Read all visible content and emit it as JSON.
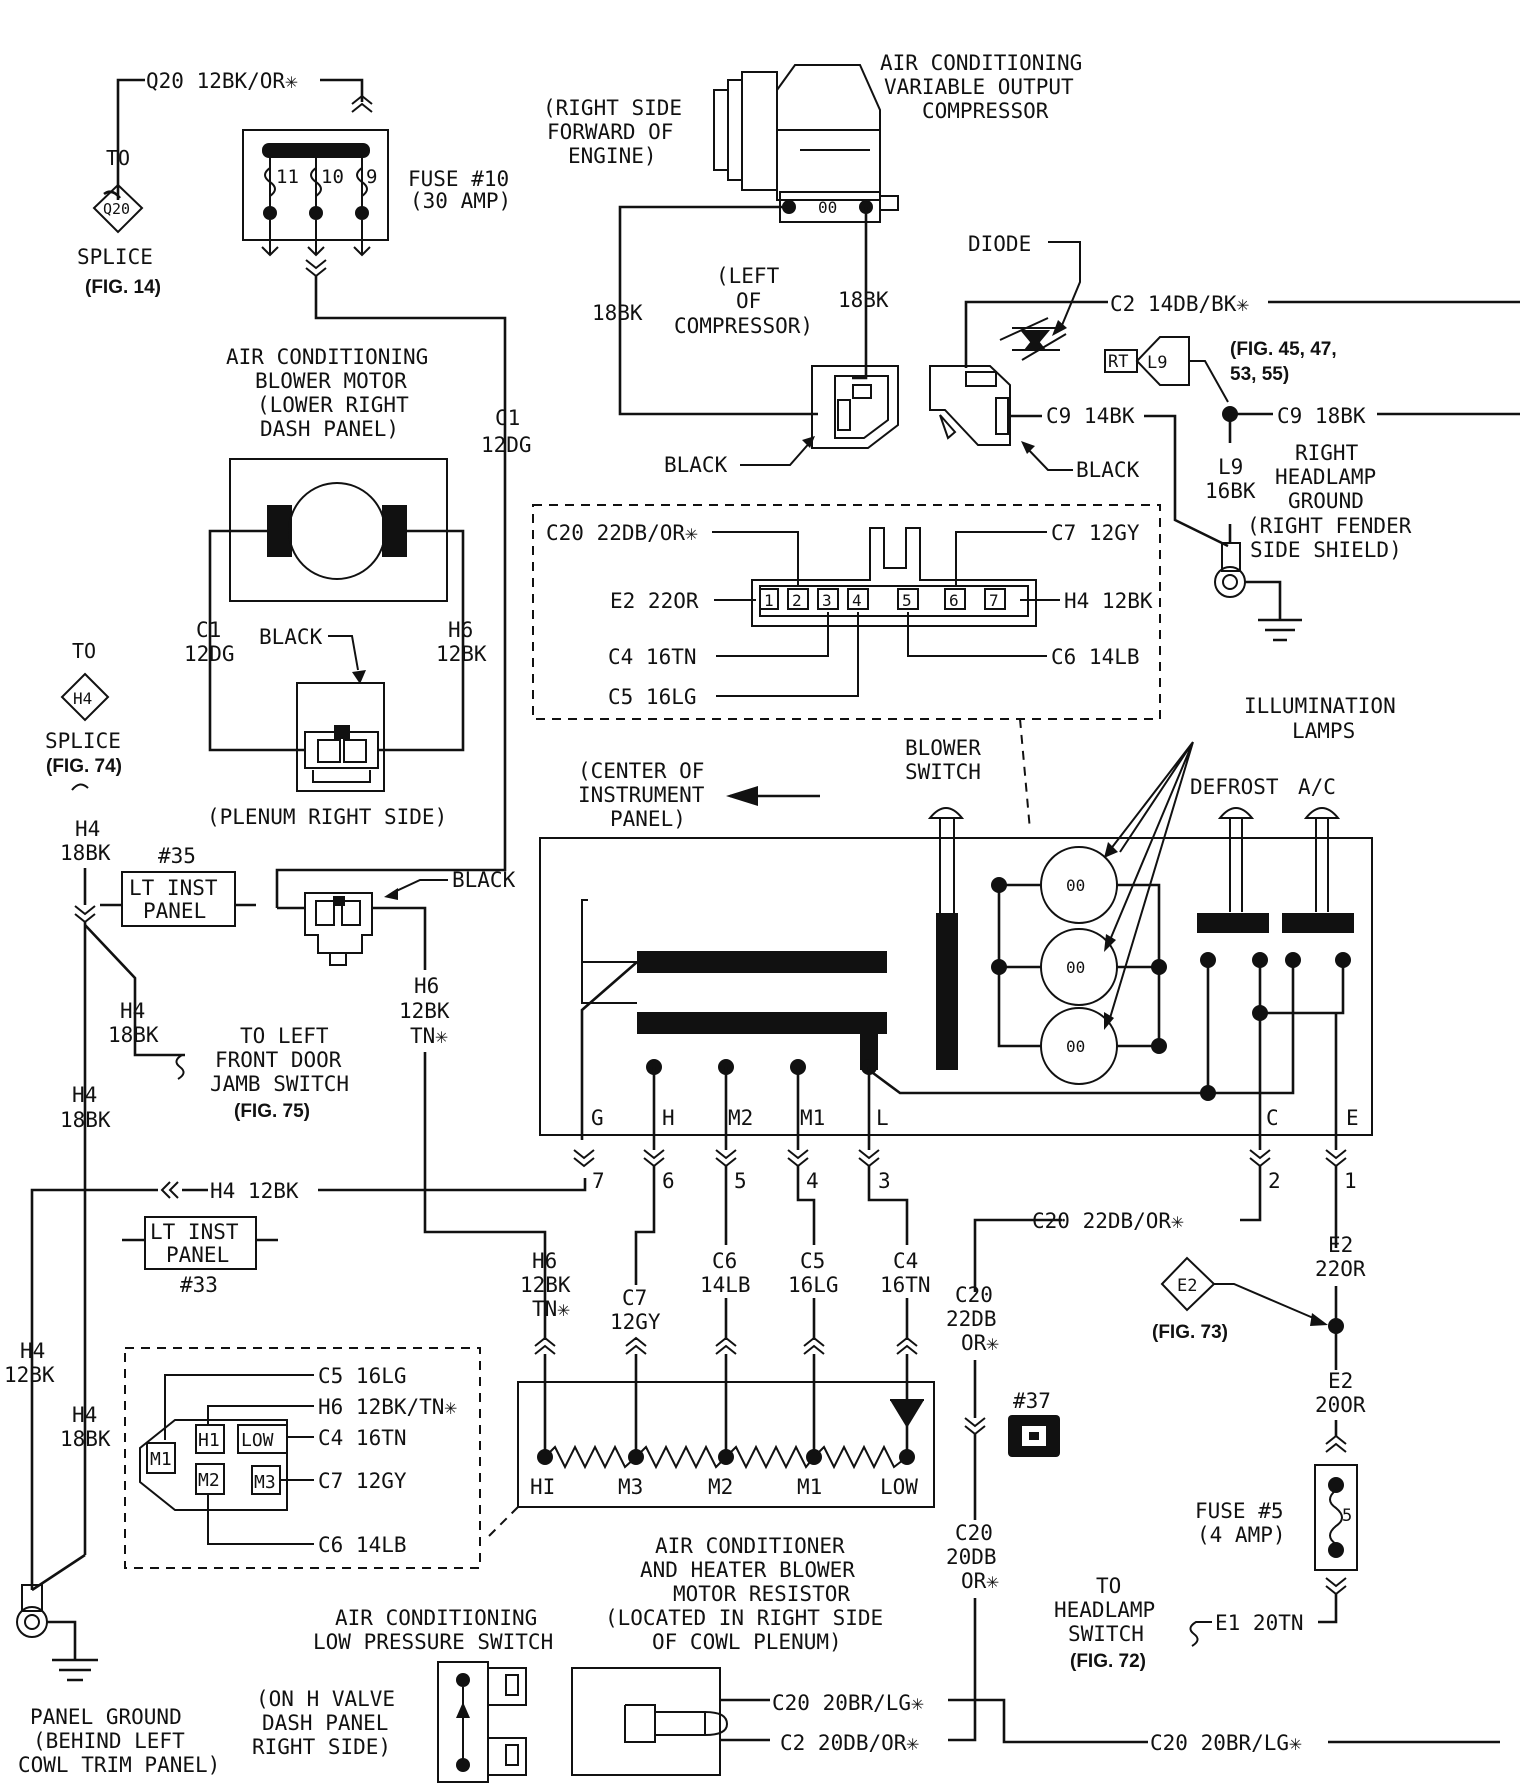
{
  "top": {
    "q20_wire": "Q20  12BK/OR✳",
    "to": "TO",
    "q20": "Q20",
    "splice": "SPLICE",
    "fig14": "(FIG. 14)",
    "fuse10_l1": "FUSE #10",
    "fuse10_l2": "(30 AMP)",
    "fuse_nums": [
      "11",
      "10",
      "9"
    ]
  },
  "compressor": {
    "title": [
      "AIR CONDITIONING",
      "VARIABLE OUTPUT",
      "COMPRESSOR"
    ],
    "loc": [
      "(RIGHT SIDE",
      "FORWARD OF",
      "ENGINE)"
    ],
    "left_of": [
      "(LEFT",
      "OF",
      "COMPRESSOR)"
    ],
    "wire_a": "18BK",
    "wire_b": "18BK",
    "black": "BLACK"
  },
  "diode_area": {
    "diode": "DIODE",
    "c2": "C2  14DB/BK✳",
    "rt": "RT",
    "l9": "L9",
    "figs_l1": "(FIG. 45, 47,",
    "figs_l2": "53, 55)",
    "c9a": "C9  14BK",
    "c9b": "C9  18BK",
    "black": "BLACK",
    "l9_wire": [
      "L9",
      "16BK"
    ],
    "ground": [
      "RIGHT",
      "HEADLAMP",
      "GROUND",
      "(RIGHT FENDER",
      "SIDE SHIELD)"
    ]
  },
  "connector": {
    "c20": "C20  22DB/OR✳",
    "c7": "C7  12GY",
    "e2": "E2  22OR",
    "h4": "H4  12BK",
    "c4": "C4  16TN",
    "c6": "C6  14LB",
    "c5": "C5  16LG",
    "pins": [
      "1",
      "2",
      "3",
      "4",
      "5",
      "6",
      "7"
    ]
  },
  "blower_motor": {
    "title": [
      "AIR CONDITIONING",
      "BLOWER MOTOR",
      "(LOWER RIGHT",
      "DASH PANEL)"
    ],
    "c1": [
      "C1",
      "12DG"
    ],
    "c1b": [
      "C1",
      "12DG"
    ],
    "h6": [
      "H6",
      "12BK"
    ],
    "black": "BLACK",
    "plenum": "(PLENUM RIGHT SIDE)",
    "black2": "BLACK"
  },
  "left": {
    "to": "TO",
    "h4": "H4",
    "splice": "SPLICE",
    "fig74": "(FIG. 74)",
    "w1": [
      "H4",
      "18BK"
    ],
    "num35": "#35",
    "lt_inst_a": [
      "LT INST",
      "PANEL"
    ],
    "w2": [
      "H4",
      "18BK"
    ],
    "door": [
      "TO LEFT",
      "FRONT DOOR",
      "JAMB SWITCH"
    ],
    "fig75": "(FIG. 75)",
    "w3": [
      "H4",
      "18BK"
    ],
    "h4_12bk": "H4  12BK",
    "lt_inst_b": [
      "LT INST",
      "PANEL"
    ],
    "num33": "#33",
    "w4": [
      "H4",
      "12BK"
    ],
    "w5": [
      "H4",
      "18BK"
    ],
    "ground": [
      "PANEL GROUND",
      "(BEHIND LEFT",
      "COWL TRIM PANEL)"
    ],
    "h6tn": [
      "H6",
      "12BK",
      "TN✳"
    ]
  },
  "switch_panel": {
    "center": [
      "(CENTER OF",
      "INSTRUMENT",
      "PANEL)"
    ],
    "blower_switch": [
      "BLOWER",
      "SWITCH"
    ],
    "illum": [
      "ILLUMINATION",
      "LAMPS"
    ],
    "defrost": "DEFROST",
    "ac": "A/C",
    "terms": [
      "G",
      "H",
      "M2",
      "M1",
      "L",
      "C",
      "E"
    ],
    "pins": [
      "7",
      "6",
      "5",
      "4",
      "3",
      "2",
      "1"
    ],
    "lamp": "00"
  },
  "resistor": {
    "wires": {
      "h6": [
        "H6",
        "12BK",
        "TN✳"
      ],
      "c7": [
        "C7",
        "12GY"
      ],
      "c6": [
        "C6",
        "14LB"
      ],
      "c5": [
        "C5",
        "16LG"
      ],
      "c4": [
        "C4",
        "16TN"
      ]
    },
    "taps": [
      "HI",
      "M3",
      "M2",
      "M1",
      "LOW"
    ],
    "title": [
      "AIR CONDITIONER",
      "AND HEATER BLOWER",
      "MOTOR RESISTOR",
      "(LOCATED IN RIGHT SIDE",
      "OF COWL PLENUM)"
    ]
  },
  "inset": {
    "c5": "C5  16LG",
    "h6": "H6  12BK/TN✳",
    "c4": "C4  16TN",
    "c7": "C7  12GY",
    "c6": "C6  14LB",
    "pins": [
      "M1",
      "H1",
      "LOW",
      "M2",
      "M3"
    ]
  },
  "right": {
    "c20a": "C20  22DB/OR✳",
    "c20b": [
      "C20",
      "22DB",
      "OR✳"
    ],
    "num37": "#37",
    "c20c": [
      "C20",
      "20DB",
      "OR✳"
    ],
    "e2a": [
      "E2",
      "22OR"
    ],
    "e2": "E2",
    "fig73": "(FIG. 73)",
    "e2b": [
      "E2",
      "20OR"
    ],
    "fuse5": [
      "FUSE #5",
      "(4 AMP)"
    ],
    "fuse5_num": "5",
    "to_hl": [
      "TO",
      "HEADLAMP",
      "SWITCH"
    ],
    "fig72": "(FIG. 72)",
    "e1": "E1  20TN"
  },
  "bottom": {
    "lps": [
      "AIR CONDITIONING",
      "LOW PRESSURE SWITCH"
    ],
    "hvalve": [
      "(ON H VALVE",
      "DASH PANEL",
      "RIGHT SIDE)"
    ],
    "c20br": "C20  20BR/LG✳",
    "c2": "C2  20DB/OR✳",
    "c20br2": "C20  20BR/LG✳"
  }
}
